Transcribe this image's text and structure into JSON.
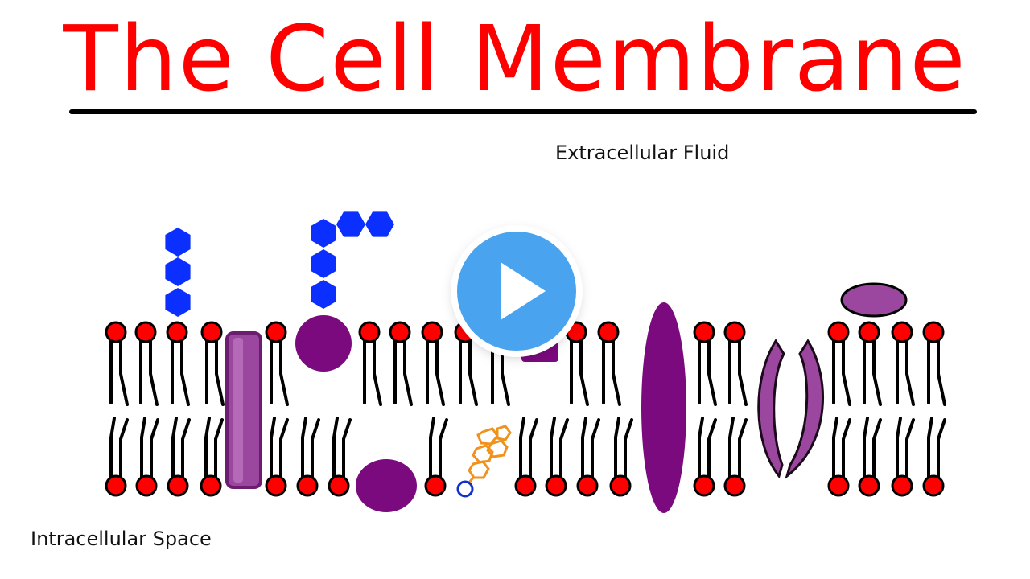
{
  "title": "The Cell Membrane",
  "labels": {
    "outside": "Extracellular Fluid",
    "inside": "Intracellular Space"
  },
  "colors": {
    "title": "#ff0000",
    "phospholipid_head": "#ff0000",
    "protein_dark": "#7b0a7e",
    "protein_light": "#9b479f",
    "carbohydrate": "#0b2fff",
    "cholesterol": "#f0921c",
    "cholesterol_hydroxyl": "#1030cc",
    "play_button": "#4aa3ef"
  },
  "icons": {
    "play": "play-icon"
  }
}
